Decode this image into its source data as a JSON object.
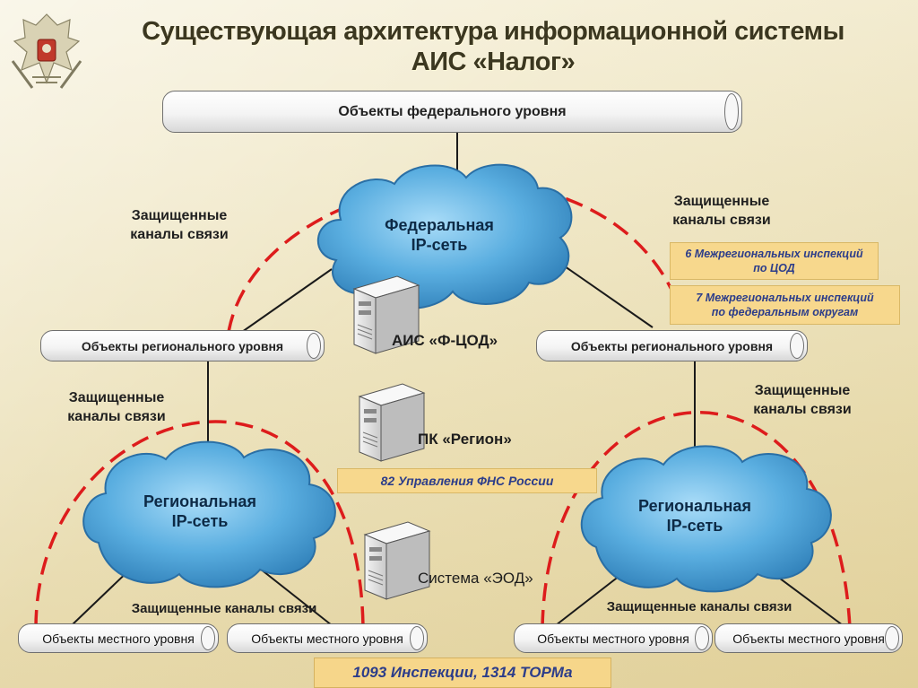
{
  "title_line1": "Существующая архитектура информационной системы",
  "title_line2": "АИС «Налог»",
  "federal_objects": "Объекты федерального уровня",
  "regional_objects_left": "Объекты регионального уровня",
  "regional_objects_right": "Объекты регионального уровня",
  "local_objects": [
    "Объекты местного уровня",
    "Объекты местного уровня",
    "Объекты местного уровня",
    "Объекты местного уровня"
  ],
  "secure_channels_top_left": [
    "Защищенные",
    "каналы связи"
  ],
  "secure_channels_top_right": [
    "Защищенные",
    "каналы связи"
  ],
  "secure_channels_mid_left": [
    "Защищенные",
    "каналы связи"
  ],
  "secure_channels_mid_right": [
    "Защищенные",
    "каналы связи"
  ],
  "secure_channels_bottom_left": "Защищенные каналы связи",
  "secure_channels_bottom_right": "Защищенные каналы связи",
  "federal_cloud": [
    "Федеральная",
    "IP-сеть"
  ],
  "regional_cloud_left": [
    "Региональная",
    "IP-сеть"
  ],
  "regional_cloud_right": [
    "Региональная",
    "IP-сеть"
  ],
  "server_f_cod": "АИС «Ф-ЦОД»",
  "server_region": "ПК «Регион»",
  "server_eod": "Система «ЭОД»",
  "note_interregional_cod": [
    "6 Межрегиональных инспекций",
    "по ЦОД"
  ],
  "note_interregional_fed": [
    "7 Межрегиональных инспекций",
    "по федеральным округам"
  ],
  "note_fns": "82 Управления ФНС России",
  "bottom_note": "1093 Инспекции, 1314 ТОРМа",
  "colors": {
    "dashed_arc": "#dd1c1c",
    "cloud": "#5aa9dc",
    "note_bg": "#f7d88d",
    "note_text": "#2c3d8a"
  }
}
